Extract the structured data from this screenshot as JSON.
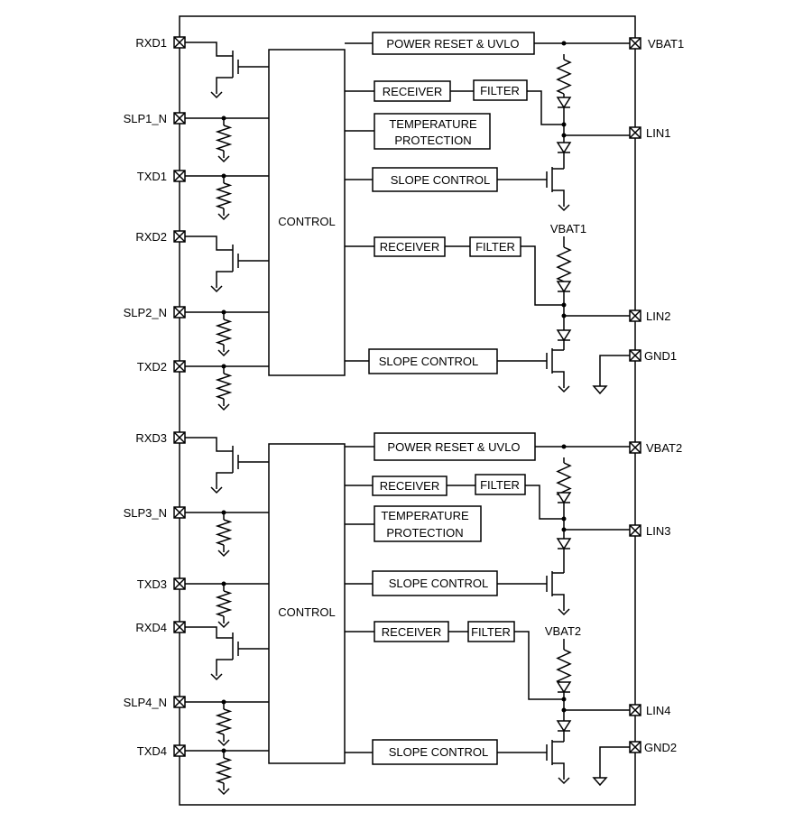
{
  "left_pins": [
    "RXD1",
    "SLP1_N",
    "TXD1",
    "RXD2",
    "SLP2_N",
    "TXD2",
    "RXD3",
    "SLP3_N",
    "TXD3",
    "RXD4",
    "SLP4_N",
    "TXD4"
  ],
  "right_pins": [
    "VBAT1",
    "LIN1",
    "LIN2",
    "GND1",
    "VBAT2",
    "LIN3",
    "LIN4",
    "GND2"
  ],
  "supply_labels": [
    "VBAT1",
    "VBAT2"
  ],
  "blocks": {
    "control": "CONTROL",
    "power_reset": "POWER RESET & UVLO",
    "receiver": "RECEIVER",
    "filter": "FILTER",
    "temp_line1": "TEMPERATURE",
    "temp_line2": "PROTECTION",
    "slope": "SLOPE CONTROL"
  },
  "colors": {
    "line": "#000000",
    "background": "#ffffff"
  }
}
